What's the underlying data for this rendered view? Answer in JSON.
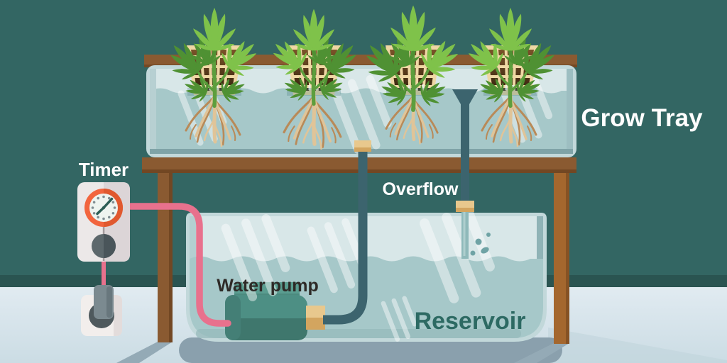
{
  "scene": {
    "description": "Hydroponic ebb-and-flow grow system diagram"
  },
  "labels": {
    "grow_tray": "Grow Tray",
    "timer": "Timer",
    "overflow": "Overflow",
    "water_pump": "Water pump",
    "reservoir": "Reservoir"
  },
  "colors": {
    "wall": "#336663",
    "wall_base": "#2a5451",
    "floor_top": "#e1ebf1",
    "floor_bottom": "#cbdce4",
    "water": "#a6c8c9",
    "glass": "#d8e7e8",
    "glass_edge": "#c2d8da",
    "wood": "#8a5a31",
    "wood_dark": "#6b4220",
    "wood_right_leg": "#a4672e",
    "tube_pink": "#e8718d",
    "tube_slate": "#3c646e",
    "pump_body": "#4d8f84",
    "pump_dark": "#3f776d",
    "pump_top": "#5a9d90",
    "fitting": "#e8c88d",
    "fitting_dark": "#d3a55f",
    "timer_body": "#ece8e8",
    "timer_ring": "#f2653e",
    "timer_face": "#eef4f0",
    "timer_hands": "#2c5e55",
    "leaf_dark": "#4f9133",
    "leaf_light": "#7fc24a",
    "stem": "#5d9e3d",
    "root_light": "#e0c498",
    "root_dark": "#b98a58",
    "pot_frame": "#efd7a4",
    "pot_soil": "#4a3017",
    "label_light": "#ffffff",
    "label_dark": "#2d6a63",
    "label_black": "#2e2a27",
    "shadow": "#8aa0ad",
    "shadow_soft": "#94aab6",
    "stream": "#8fb9ba",
    "splash": "#6fa3a5"
  }
}
